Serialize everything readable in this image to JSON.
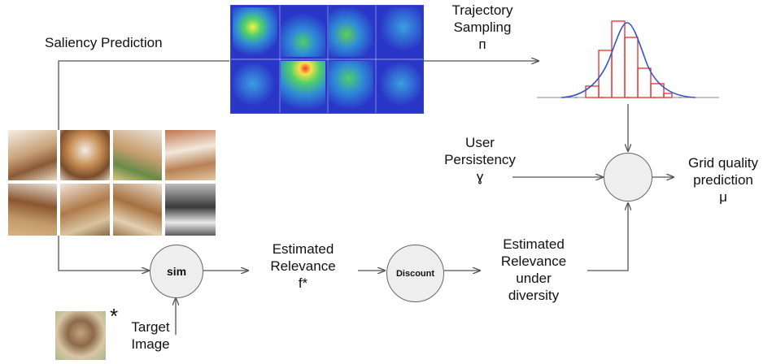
{
  "labels": {
    "saliency_prediction": "Saliency Prediction",
    "trajectory_sampling": "Trajectory\nSampling",
    "pi": "п",
    "user_persistency": "User\nPersistency",
    "gamma": "ɣ",
    "grid_quality": "Grid quality\nprediction",
    "mu": "μ",
    "sim": "sim",
    "estimated_relevance": "Estimated\nRelevance",
    "f_star": "f*",
    "discount": "Discount",
    "estimated_relevance_div": "Estimated\nRelevance\nunder\ndiversity",
    "asterisk": "*",
    "target_image": "Target\nImage"
  },
  "colors": {
    "line": "#555555",
    "node_fill": "#eeeeee",
    "hist_bar": "#e03030",
    "curve": "#3355cc",
    "heatmap_bg": "#2a36c8"
  },
  "icons": {
    "grid_images": "puppy-photo-thumbnails",
    "saliency_map": "heatmap-overlay",
    "target": "puppy-photo"
  }
}
